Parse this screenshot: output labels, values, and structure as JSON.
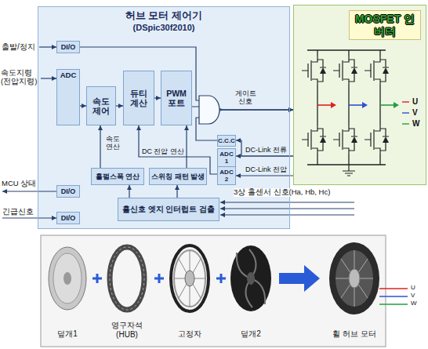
{
  "diagram": {
    "nodes": [
      {
        "text": [
          "허브 모터 제어기",
          "(DSpic30f2010)"
        ]
      },
      {
        "text": [
          "DI/O"
        ],
        "in": 0
      },
      {
        "text": [
          "ADC"
        ],
        "in": 0
      },
      {
        "text": [
          "속도 제어"
        ],
        "in": 0
      },
      {
        "text": [
          "듀티 계산"
        ],
        "in": 0
      },
      {
        "text": [
          "PWM 포트"
        ],
        "in": 0
      },
      {
        "text": [
          "C.C.C"
        ],
        "in": 0
      },
      {
        "text": [
          "ADC 1"
        ],
        "in": 0
      },
      {
        "text": [
          "ADC 2"
        ],
        "in": 0
      },
      {
        "text": [
          "홀펄스폭 연산"
        ],
        "in": 0
      },
      {
        "text": [
          "스위칭 패턴 발생"
        ],
        "in": 0
      },
      {
        "text": [
          "DI/O"
        ],
        "in": 0
      },
      {
        "text": [
          "DI/O"
        ],
        "in": 0
      },
      {
        "text": [
          "홀신호 엣지 인터럽트 검출"
        ],
        "in": 0
      },
      {
        "text": [
          "MOSFET 인버터"
        ]
      }
    ],
    "edges": [
      {
        "from": 2,
        "to": 3,
        "arrow": "to"
      },
      {
        "from": 3,
        "to": 4,
        "arrow": "to"
      },
      {
        "from": 4,
        "to": 5,
        "arrow": "to"
      },
      {
        "from": 1,
        "to": 14,
        "arrow": "to"
      },
      {
        "from": 5,
        "to": 14,
        "label": "게이트 신호",
        "arrow": "to"
      },
      {
        "from": 6,
        "to": 14,
        "arrow": "to"
      },
      {
        "from": 10,
        "to": 5,
        "arrow": "to"
      },
      {
        "from": 14,
        "to": 6,
        "arrow": "to"
      },
      {
        "from": 14,
        "to": 7,
        "label": "DC-Link 전류",
        "arrow": "to"
      },
      {
        "from": 14,
        "to": 8,
        "label": "DC-Link 전압",
        "arrow": "to"
      },
      {
        "from": 8,
        "to": 4,
        "label": "DC 전압 연산",
        "arrow": "to"
      },
      {
        "from": 9,
        "to": 3,
        "label": "속도 연산",
        "arrow": "to"
      },
      {
        "from": 13,
        "to": 9,
        "arrow": "to"
      },
      {
        "from": 13,
        "to": 10,
        "arrow": "to"
      }
    ],
    "labels": [
      "출발/정지",
      "속도지령 (전압지령)",
      "MCU 상태",
      "긴급신호",
      "3상 홀센서 신호(Ha, Hb, Hc)",
      "U",
      "V",
      "W",
      "덮개1",
      "영구자석 (HUB)",
      "고정자",
      "덮개2",
      "휠 허브 모터",
      "U",
      "V",
      "W"
    ]
  }
}
